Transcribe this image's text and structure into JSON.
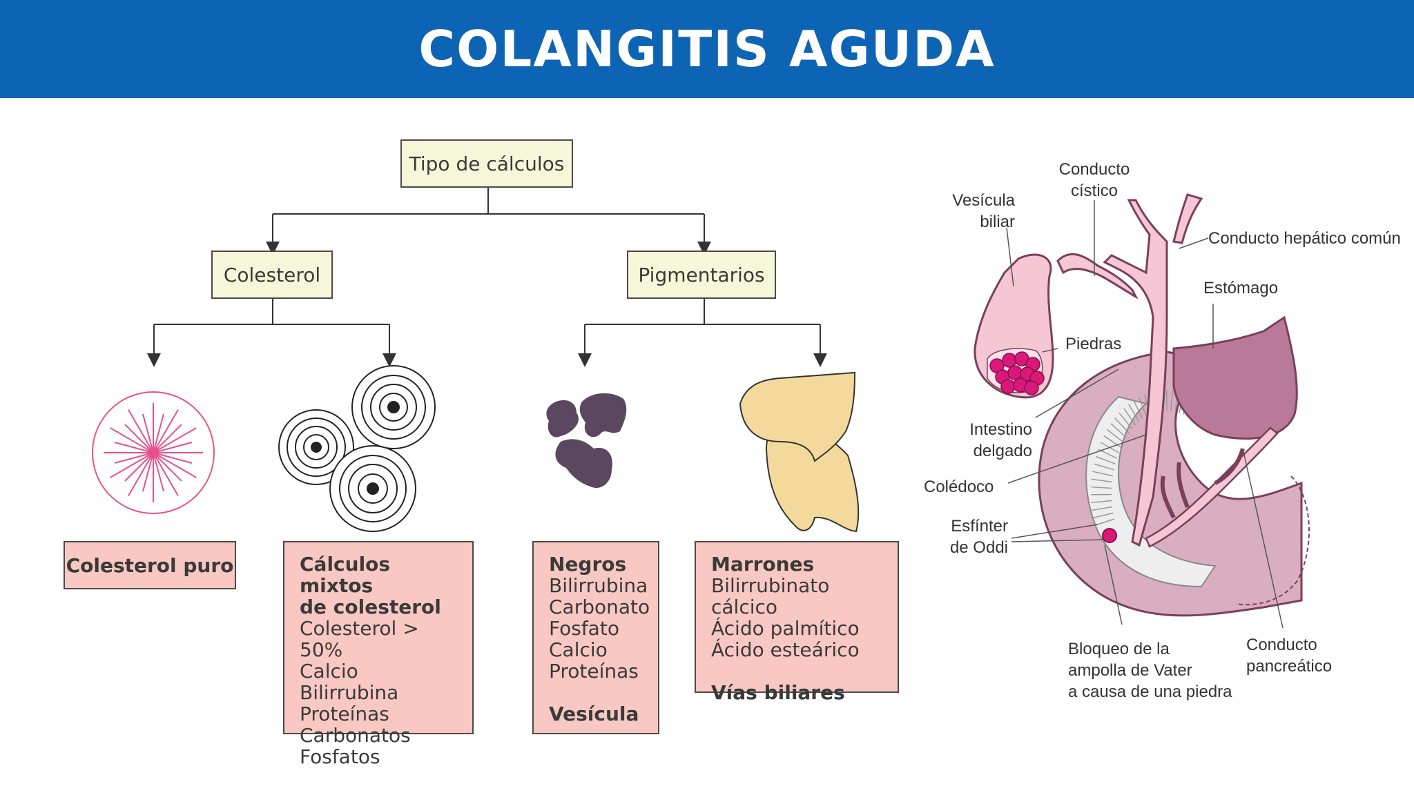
{
  "header": {
    "title": "COLANGITIS AGUDA"
  },
  "diagram": {
    "root": "Tipo de cálculos",
    "colesterol": "Colesterol",
    "pigmentarios": "Pigmentarios",
    "colesterol_puro": "Colesterol puro",
    "mixtos": {
      "title_1": "Cálculos mixtos",
      "title_2": "de colesterol",
      "items": [
        "Colesterol > 50%",
        "Calcio",
        "Bilirrubina",
        "Proteínas",
        "Carbonatos",
        "Fosfatos"
      ]
    },
    "negros": {
      "title": "Negros",
      "items": [
        "Bilirrubina",
        "Carbonato",
        "Fosfato",
        "Calcio",
        "Proteínas"
      ],
      "location": "Vesícula"
    },
    "marrones": {
      "title": "Marrones",
      "items": [
        "Bilirrubinato cálcico",
        "Ácido palmítico",
        "Ácido esteárico"
      ],
      "location": "Vías biliares"
    }
  },
  "anatomy": {
    "vesicula": [
      "Vesícula",
      "biliar"
    ],
    "cistico": [
      "Conducto",
      "cístico"
    ],
    "hepatico": "Conducto hepático común",
    "estomago": "Estómago",
    "piedras": "Piedras",
    "intestino": [
      "Intestino",
      "delgado"
    ],
    "coledoco": "Colédoco",
    "esfinter": [
      "Esfínter",
      "de Oddi"
    ],
    "bloqueo": [
      "Bloqueo de la",
      "ampolla de Vater",
      "a causa de una piedra"
    ],
    "pancreatico": [
      "Conducto",
      "pancreático"
    ]
  },
  "colors": {
    "header": "#0d64b4",
    "box_yellow": "#f6f6d8",
    "box_pink": "#f9c8c2",
    "cholesterol_star": "#e8508a",
    "black_stone": "#5b4760",
    "brown_stone": "#f3d99c",
    "gallstones": "#d9187a"
  }
}
